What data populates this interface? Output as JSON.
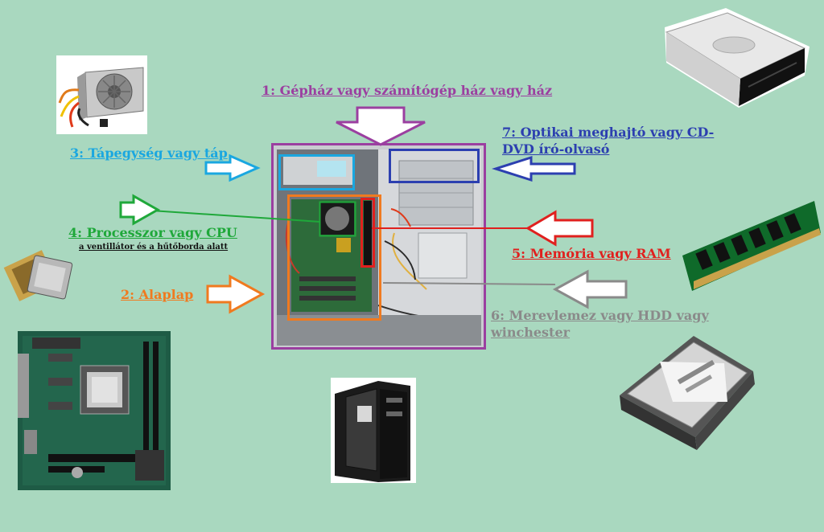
{
  "labels": {
    "case": "1: Gépház vagy számítógép ház vagy ház",
    "psu": "3: Tápegység vagy táp",
    "cpu": "4: Processzor vagy CPU",
    "cpu_note": "a ventillátor és a hűtőborda alatt",
    "motherboard": "2: Alaplap",
    "optical_line1": "7: Optikai meghajtó vagy CD-",
    "optical_line2": "DVD író-olvasó",
    "ram": "5: Memória vagy RAM",
    "hdd_line1": "6: Merevlemez vagy HDD vagy",
    "hdd_line2": "winchester"
  },
  "colors": {
    "background": "#a9d8bf",
    "case": "#9b3fa0",
    "psu": "#1aa7e0",
    "cpu": "#1fa83a",
    "motherboard": "#f07a1f",
    "optical": "#2c3fb0",
    "ram": "#e0201e",
    "hdd": "#8a8a8a"
  },
  "icons": [
    "power-supply-icon",
    "cpu-chip-icon",
    "motherboard-icon",
    "pc-case-icon",
    "dvd-drive-icon",
    "ram-module-icon",
    "hard-disk-icon"
  ]
}
